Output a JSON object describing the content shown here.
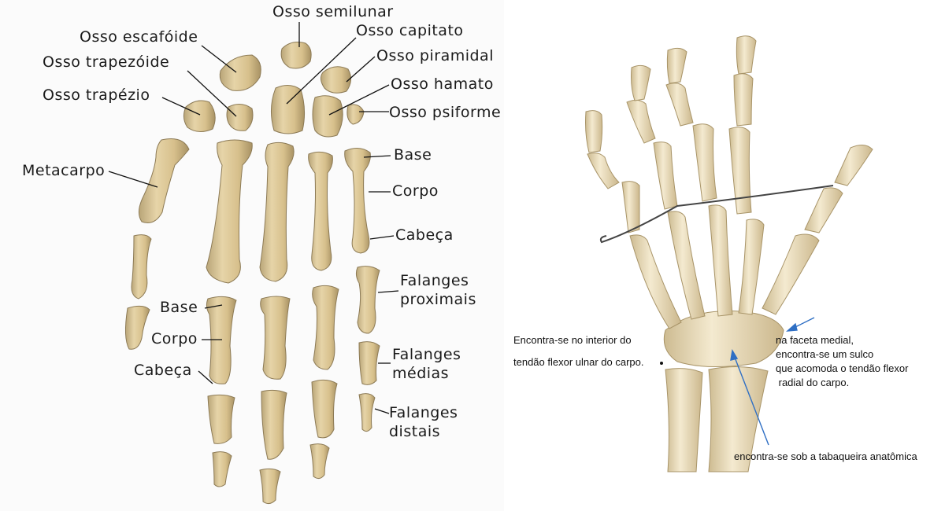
{
  "left_figure": {
    "carpal_labels": {
      "lunate": "Osso semilunar",
      "scaphoid": "Osso escafóide",
      "capitate": "Osso capitato",
      "trapezoid": "Osso trapezóide",
      "triquetrum": "Osso piramidal",
      "hamate": "Osso hamato",
      "trapezium": "Osso trapézio",
      "pisiform": "Osso psiforme"
    },
    "metacarpal_labels": {
      "metacarpal": "Metacarpo",
      "base": "Base",
      "body": "Corpo",
      "head": "Cabeça"
    },
    "phalanx_labels": {
      "proximal": [
        "Falanges",
        "proximais"
      ],
      "middle": [
        "Falanges",
        "médias"
      ],
      "distal": [
        "Falanges",
        "distais"
      ],
      "base": "Base",
      "body": "Corpo",
      "head": "Cabeça"
    }
  },
  "right_figure": {
    "annotations": {
      "pisiform_note": [
        "Encontra-se no interior do",
        "tendão flexor ulnar do carpo."
      ],
      "trapezium_note": [
        "na faceta medial,",
        "encontra-se um sulco",
        "que acomoda o tendão flexor",
        " radial do carpo."
      ],
      "scaphoid_note": "encontra-se sob a tabaqueira anatômica"
    },
    "colors": {
      "arrow": "#2f6fc4",
      "bone": "#efe3c4",
      "bone_shadow": "#c9b68a"
    }
  }
}
